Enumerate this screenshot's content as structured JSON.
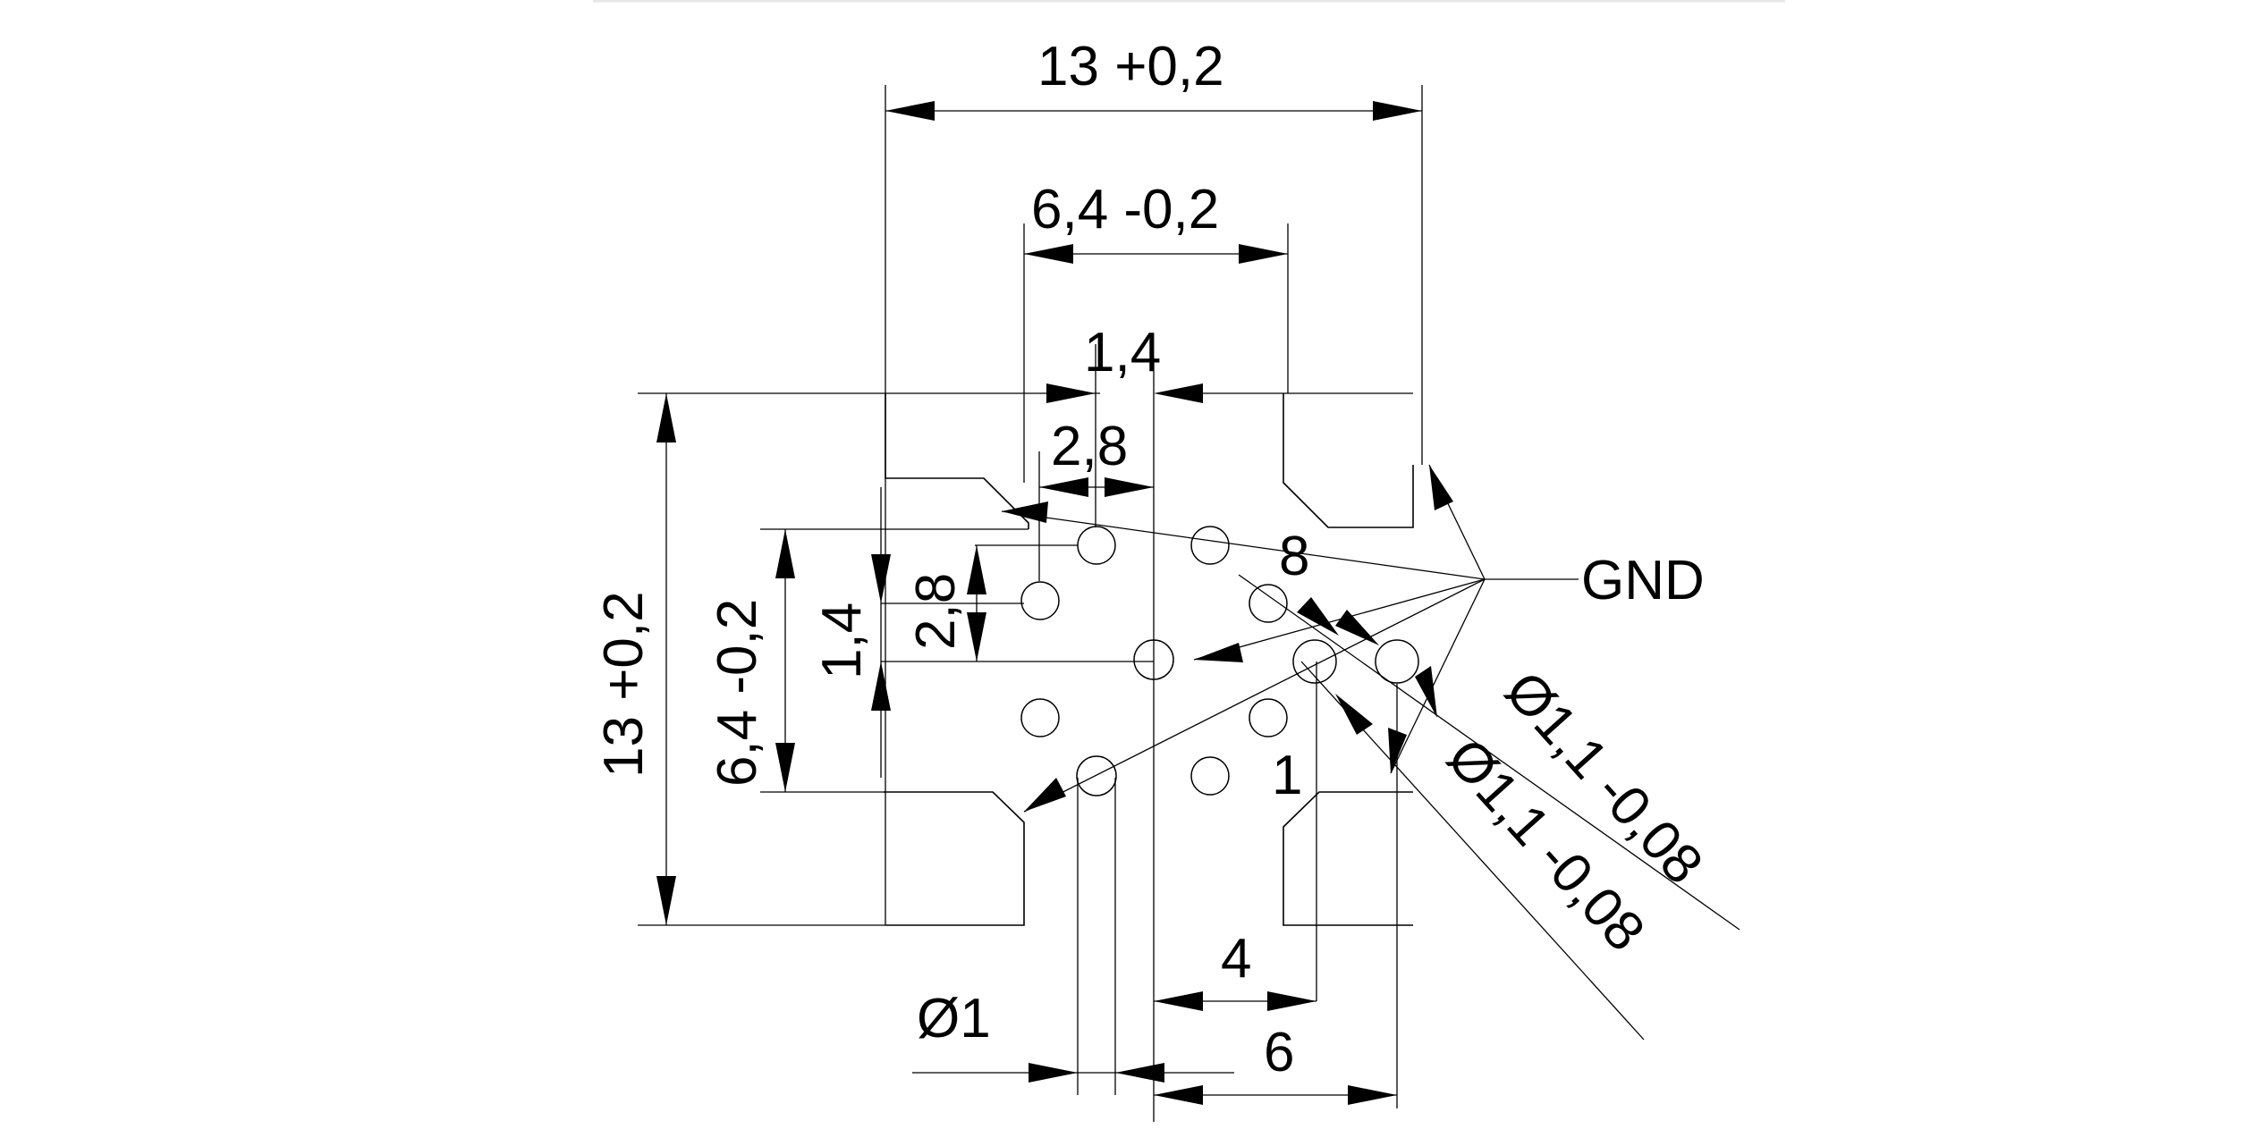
{
  "drawing": {
    "dim_width_total": "13   +0,2",
    "dim_width_inner": "6,4   -0,2",
    "dim_height_total": "13   +0,2",
    "dim_height_inner": "6,4   -0,2",
    "dim_slot_1_4_top": "1,4",
    "dim_slot_2_8_top": "2,8",
    "dim_slot_2_8_side": "2,8",
    "dim_slot_1_4_side": "1,4",
    "dim_pitch_4": "4",
    "dim_pitch_6": "6",
    "dim_hole_diameter": "Ø1",
    "dim_gnd_hole_a": "Ø1,1  -0,08",
    "dim_gnd_hole_b": "Ø1,1  -0,08",
    "label_gnd": "GND",
    "pin_label_8": "8",
    "pin_label_1": "1"
  },
  "colors": {
    "line": "#000000",
    "background": "#ffffff",
    "top_rule": "#e6e6e6"
  }
}
